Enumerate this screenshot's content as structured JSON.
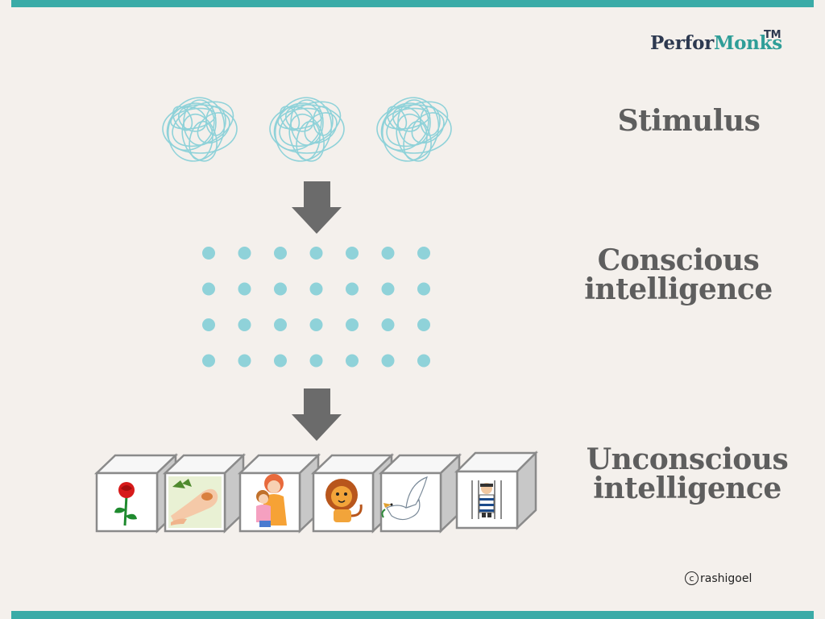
{
  "brand": {
    "name_part1": "Perfor",
    "name_part2": "Monks",
    "trademark": "TM"
  },
  "stages": [
    {
      "id": "stimulus",
      "lines": [
        "Stimulus"
      ]
    },
    {
      "id": "conscious",
      "lines": [
        "Conscious",
        "intelligence"
      ]
    },
    {
      "id": "unconscious",
      "lines": [
        "Unconscious",
        "intelligence"
      ]
    }
  ],
  "stimulus_scribbles": 3,
  "dot_grid": {
    "rows": 4,
    "cols": 7
  },
  "memory_boxes": [
    "rose-icon",
    "wounded-arm-icon",
    "mother-child-hug-icon",
    "lion-icon",
    "dove-icon",
    "prisoner-icon"
  ],
  "credit": {
    "symbol": "c",
    "name": "rashigoel"
  },
  "colors": {
    "accent": "#3aaba7",
    "dots": "#8fd2d9",
    "arrow": "#6b6b6b",
    "label": "#5e5e5e",
    "background": "#f4f0ec"
  }
}
